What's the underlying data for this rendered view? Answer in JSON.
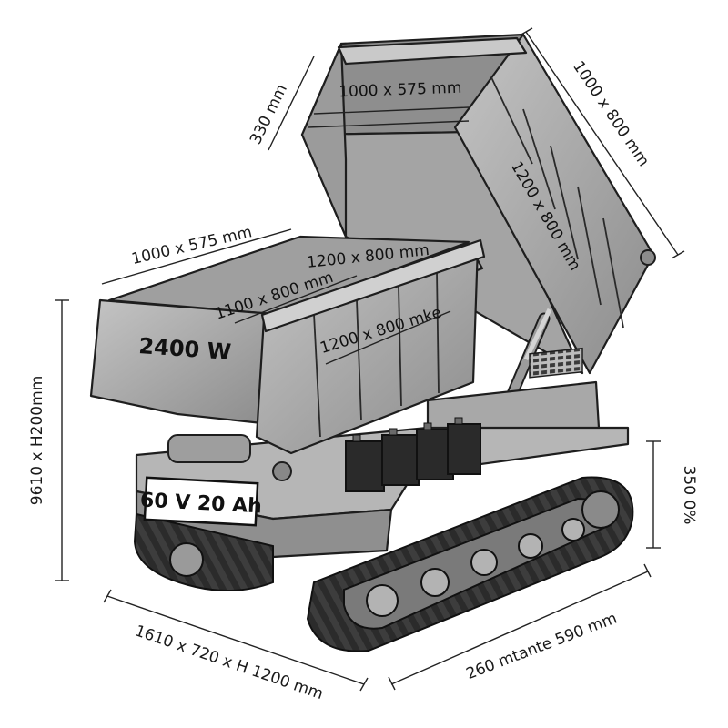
{
  "dimensions": {
    "upper_top_rim": "1000 x 575 mm",
    "upper_right_side": "1000 x 800 mm",
    "upper_side_depth": "330 mm",
    "upper_side_panel": "1200 x 800 mm",
    "lower_bed_top": "1000 x 575 mm",
    "lower_inner_top": "1200 x 800 mm",
    "lower_inner_mid": "1100 x 800 mm",
    "lower_front_panel": "1200 x 800 mke",
    "overall_height": "9610  x H200mm",
    "track_height": "350 0%",
    "overall_size": "1610 x 720 x H 1200 mm",
    "track_length": "260 mtante 590 mm"
  },
  "labels": {
    "motor_power": "2400 W",
    "battery_plate": "60 V 20 Ah"
  },
  "colors": {
    "steel_light": "#b4b4b4",
    "steel_mid": "#9a9a9a",
    "steel_dark": "#6f6f6f",
    "track": "#2b2b2b",
    "battery": "#2a2a2a"
  }
}
